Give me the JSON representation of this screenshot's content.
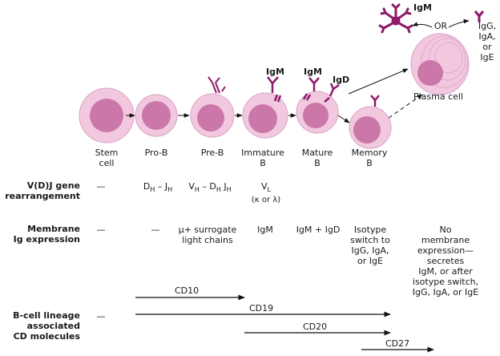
{
  "stages": [
    {
      "line1": "Stem",
      "line2": "cell"
    },
    {
      "line1": "Pro-B",
      "line2": ""
    },
    {
      "line1": "Pre-B",
      "line2": ""
    },
    {
      "line1": "Immature",
      "line2": "B"
    },
    {
      "line1": "Mature",
      "line2": "B"
    },
    {
      "line1": "Memory",
      "line2": "B"
    }
  ],
  "plasma_label": "Plasma cell",
  "top_labels": {
    "igm_immature": "IgM",
    "igm_mature": "IgM",
    "igd_mature": "IgD",
    "igm_plasma": "IgM",
    "or": "OR",
    "igg_plasma_1": "IgG,",
    "igg_plasma_2": "IgA,",
    "igg_plasma_3": "or",
    "igg_plasma_4": "IgE"
  },
  "rows": {
    "vdj": {
      "label_1": "V(D)J gene",
      "label_2": "rearrangement",
      "stem": "—",
      "prob": {
        "d": "D",
        "dsub": "H",
        "dash": " – ",
        "j": "J",
        "jsub": "H"
      },
      "preb": {
        "v": "V",
        "vsub": "H",
        "d": " – D",
        "dsub": "H",
        "j": " J",
        "jsub": "H"
      },
      "immature": {
        "v": "V",
        "vsub": "L",
        "note": "(κ or λ)"
      }
    },
    "membrane": {
      "label_1": "Membrane",
      "label_2": "Ig expression",
      "stem": "—",
      "prob": "—",
      "preb_1": "μ+ surrogate",
      "preb_2": "light chains",
      "immature": "IgM",
      "mature": "IgM + IgD",
      "memory_1": "Isotype",
      "memory_2": "switch to",
      "memory_3": "IgG, IgA,",
      "memory_4": "or IgE",
      "plasma_1": "No",
      "plasma_2": "membrane",
      "plasma_3": "expression—",
      "plasma_4": "secretes",
      "plasma_5": "IgM, or after",
      "plasma_6": "isotype switch,",
      "plasma_7": "IgG, IgA, or IgE"
    },
    "cd": {
      "label_1": "B-cell lineage",
      "label_2": "associated",
      "label_3": "CD molecules",
      "stem": "—",
      "markers": [
        "CD10",
        "CD19",
        "CD20",
        "CD27"
      ]
    }
  },
  "colors": {
    "cell_outer": "#efc3dd",
    "cell_inner": "#c96ea6",
    "receptor": "#8e1a6a",
    "arrow": "#111111"
  }
}
